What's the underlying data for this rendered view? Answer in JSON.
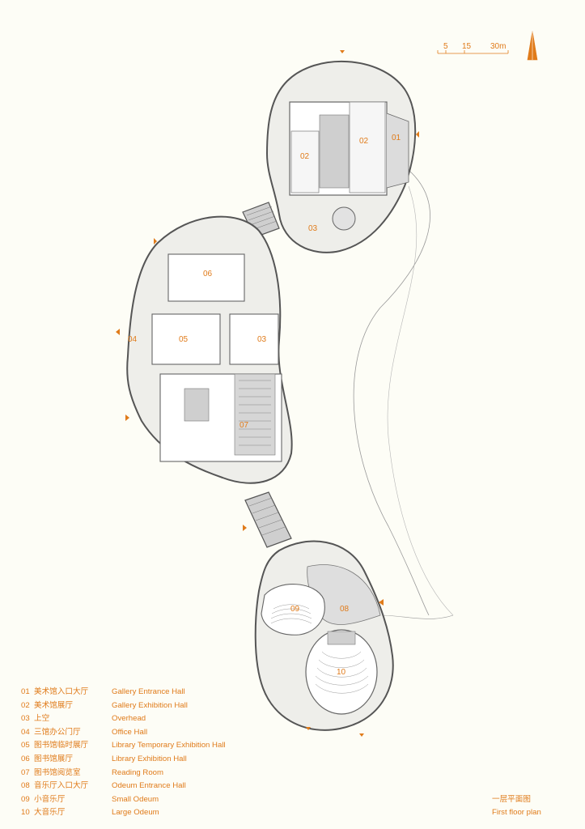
{
  "scale": {
    "ticks": [
      "5",
      "15",
      "30m"
    ]
  },
  "plan_labels": {
    "gallery_entrance": "01",
    "gallery_exhibition_a": "02",
    "gallery_exhibition_b": "02",
    "overhead_gallery": "03",
    "overhead_library": "03",
    "office_hall": "04",
    "library_temp_exhibition": "05",
    "library_exhibition": "06",
    "reading_room": "07",
    "odeum_entrance": "08",
    "small_odeum": "09",
    "large_odeum": "10"
  },
  "legend": [
    {
      "num": "01",
      "zh": "美术馆入口大厅",
      "en": "Gallery Entrance Hall"
    },
    {
      "num": "02",
      "zh": "美术馆展厅",
      "en": "Gallery Exhibition Hall"
    },
    {
      "num": "03",
      "zh": "上空",
      "en": "Overhead"
    },
    {
      "num": "04",
      "zh": "三馆办公门厅",
      "en": "Office Hall"
    },
    {
      "num": "05",
      "zh": "图书馆临时展厅",
      "en": "Library Temporary Exhibition Hall"
    },
    {
      "num": "06",
      "zh": "图书馆展厅",
      "en": "Library Exhibition Hall"
    },
    {
      "num": "07",
      "zh": "图书馆阅览室",
      "en": "Reading Room"
    },
    {
      "num": "08",
      "zh": "音乐厅入口大厅",
      "en": "Odeum Entrance Hall"
    },
    {
      "num": "09",
      "zh": "小音乐厅",
      "en": "Small Odeum"
    },
    {
      "num": "10",
      "zh": "大音乐厅",
      "en": "Large Odeum"
    }
  ],
  "caption": {
    "zh": "一层平面图",
    "en": "First floor plan"
  },
  "colors": {
    "accent": "#e07b1a",
    "wall": "#555555",
    "floor": "#d9d9d9",
    "background": "#fdfdf6"
  }
}
